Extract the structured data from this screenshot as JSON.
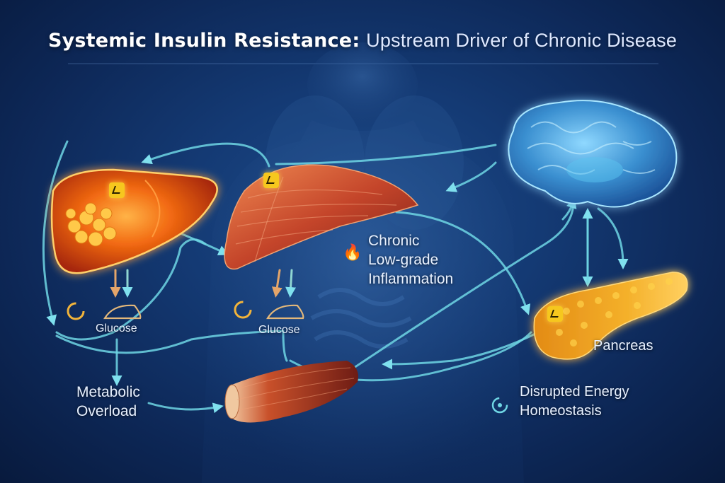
{
  "title": {
    "bold": "Systemic Insulin Resistance:",
    "light": "Upstream Driver of Chronic Disease"
  },
  "labels": {
    "glucose_left": "Glucose",
    "glucose_center": "Glucose",
    "inflammation_line1": "Chronic",
    "inflammation_line2": "Low-grade",
    "inflammation_line3": "Inflammation",
    "pancreas": "Pancreas",
    "metabolic_line1": "Metabolic",
    "metabolic_line2": "Overload",
    "energy_line1": "Disrupted Energy",
    "energy_line2": "Homeostasis"
  },
  "icons": {
    "insulin_marker": "yellow-lock-pin-icon",
    "cycle": "cycle-arrow-icon",
    "flame": "flame-icon",
    "energy": "swirl-icon"
  },
  "colors": {
    "background": "#123469",
    "flow_arrow": "#6fd6e4",
    "liver": "#f06a1a",
    "muscle": "#c8502a",
    "pancreas": "#f0a020",
    "brain": "#4ab2e6",
    "marker": "#f6c71e"
  }
}
